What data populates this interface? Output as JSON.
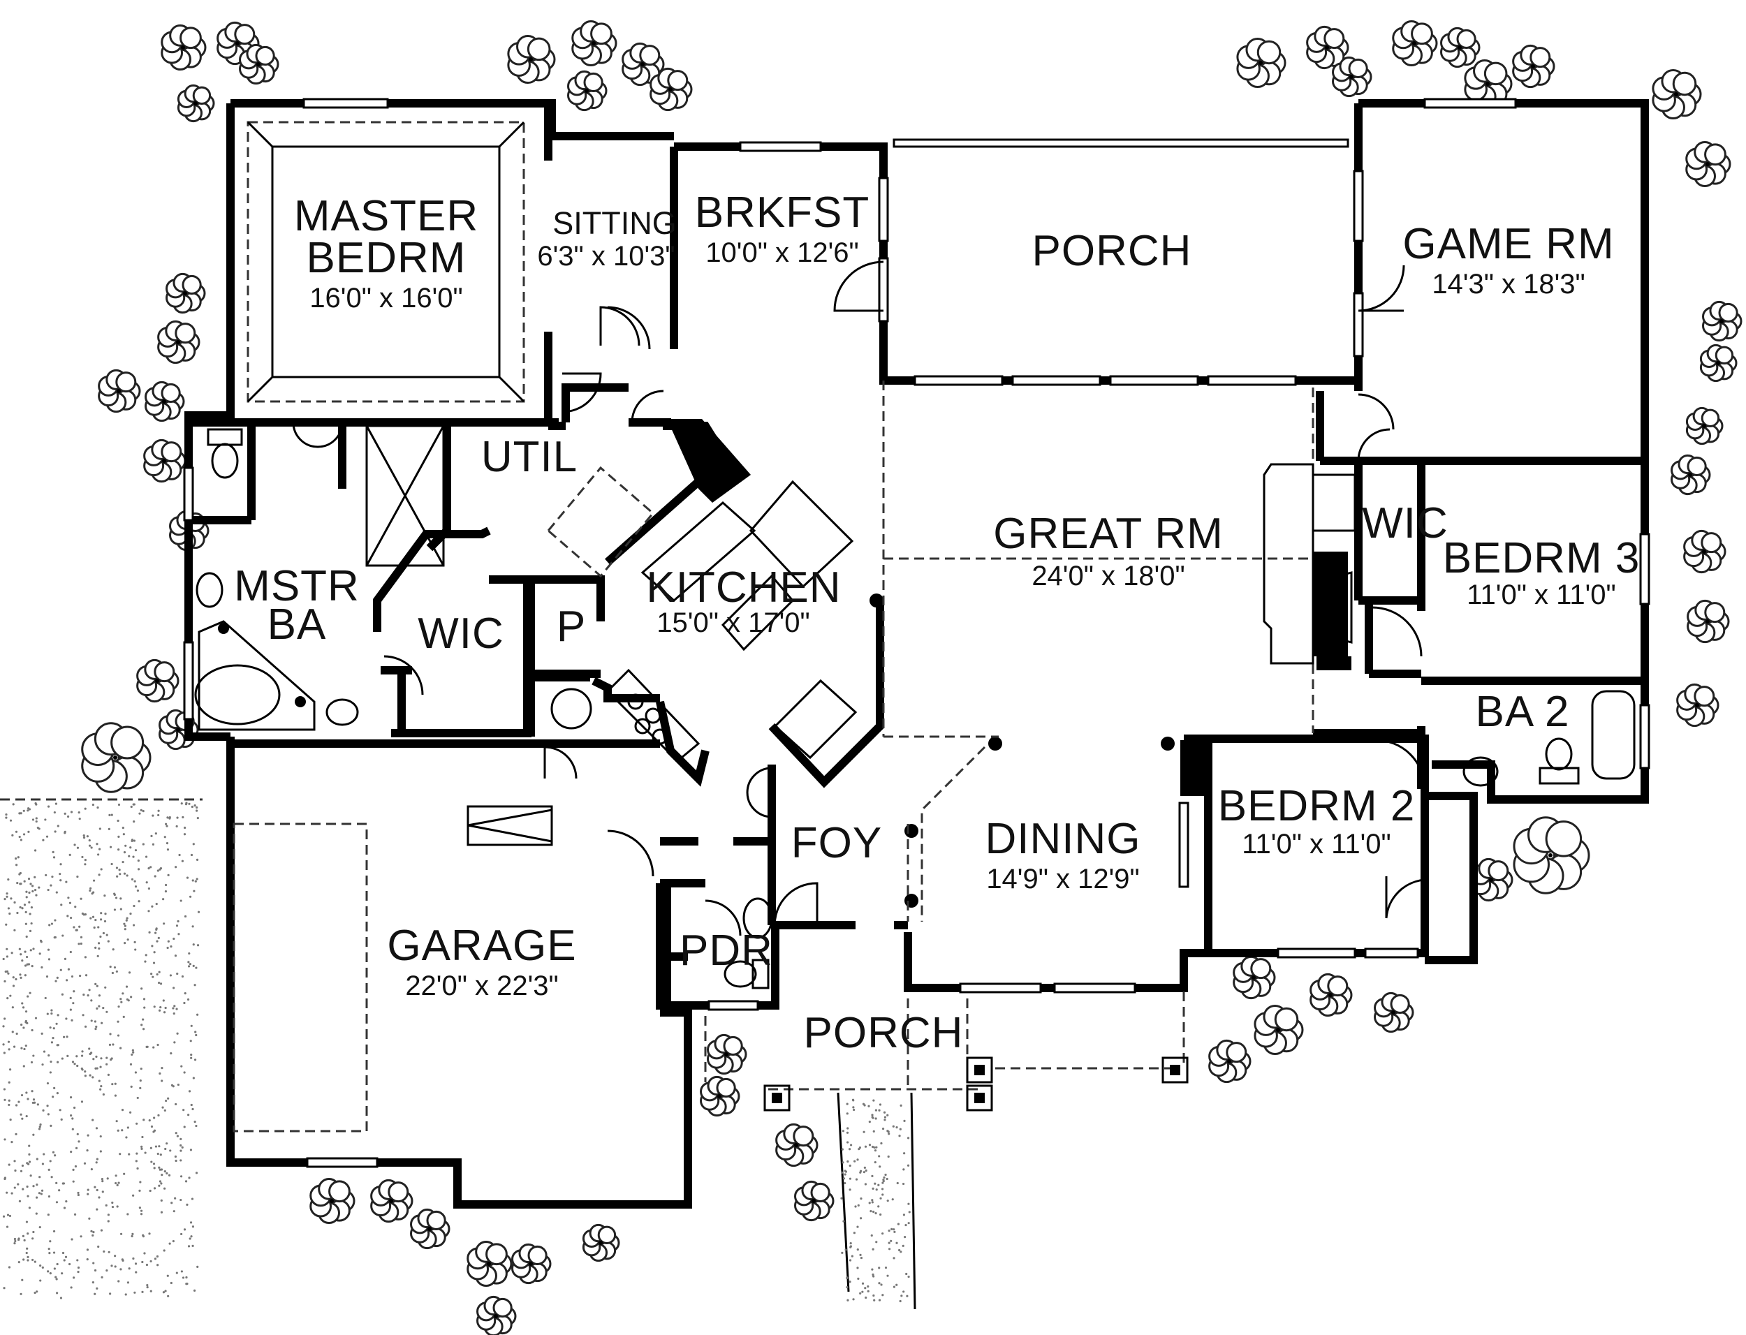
{
  "rooms": [
    {
      "id": "master-bedroom",
      "name_lines": [
        "MASTER",
        "BEDRM"
      ],
      "dims": "16'0\" x 16'0\""
    },
    {
      "id": "sitting",
      "name_lines": [
        "SITTING"
      ],
      "dims": "6'3\" x 10'3\""
    },
    {
      "id": "breakfast",
      "name_lines": [
        "BRKFST"
      ],
      "dims": "10'0\" x 12'6\""
    },
    {
      "id": "porch-rear",
      "name_lines": [
        "PORCH"
      ],
      "dims": ""
    },
    {
      "id": "game-room",
      "name_lines": [
        "GAME RM"
      ],
      "dims": "14'3\" x 18'3\""
    },
    {
      "id": "utility",
      "name_lines": [
        "UTIL"
      ],
      "dims": ""
    },
    {
      "id": "great-room",
      "name_lines": [
        "GREAT RM"
      ],
      "dims": "24'0\" x 18'0\""
    },
    {
      "id": "wic-bed3",
      "name_lines": [
        "WIC"
      ],
      "dims": ""
    },
    {
      "id": "bedroom-3",
      "name_lines": [
        "BEDRM 3"
      ],
      "dims": "11'0\" x 11'0\""
    },
    {
      "id": "master-bath",
      "name_lines": [
        "MSTR",
        "BA"
      ],
      "dims": ""
    },
    {
      "id": "wic-master",
      "name_lines": [
        "WIC"
      ],
      "dims": ""
    },
    {
      "id": "pantry",
      "name_lines": [
        "P"
      ],
      "dims": ""
    },
    {
      "id": "kitchen",
      "name_lines": [
        "KITCHEN"
      ],
      "dims": "15'0\" x 17'0\""
    },
    {
      "id": "bath-2",
      "name_lines": [
        "BA 2"
      ],
      "dims": ""
    },
    {
      "id": "foyer",
      "name_lines": [
        "FOY"
      ],
      "dims": ""
    },
    {
      "id": "dining",
      "name_lines": [
        "DINING"
      ],
      "dims": "14'9\" x 12'9\""
    },
    {
      "id": "bedroom-2",
      "name_lines": [
        "BEDRM 2"
      ],
      "dims": "11'0\" x 11'0\""
    },
    {
      "id": "garage",
      "name_lines": [
        "GARAGE"
      ],
      "dims": "22'0\" x 22'3\""
    },
    {
      "id": "powder",
      "name_lines": [
        "PDR"
      ],
      "dims": ""
    },
    {
      "id": "porch-front",
      "name_lines": [
        "PORCH"
      ],
      "dims": ""
    }
  ]
}
